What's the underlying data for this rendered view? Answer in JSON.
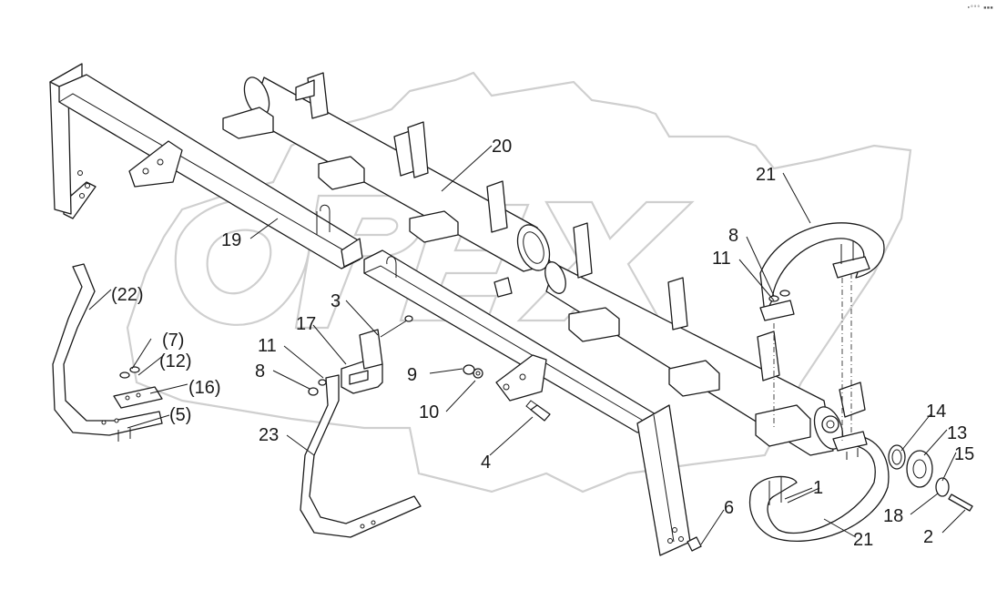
{
  "callouts": {
    "c1": "1",
    "c2": "2",
    "c3": "3",
    "c4": "4",
    "c5": "(5)",
    "c6": "6",
    "c7": "(7)",
    "c8a": "8",
    "c8b": "8",
    "c9": "9",
    "c10": "10",
    "c11a": "11",
    "c11b": "11",
    "c12": "(12)",
    "c13": "13",
    "c14": "14",
    "c15": "15",
    "c16": "(16)",
    "c17": "17",
    "c18": "18",
    "c19": "19",
    "c20": "20",
    "c21a": "21",
    "c21b": "21",
    "c22": "(22)",
    "c23": "23"
  },
  "watermark": {
    "text": "OPEX",
    "color": "#cfcfcf"
  },
  "corner_mark": "∙⁰⁰⁰ ▪▪▪"
}
